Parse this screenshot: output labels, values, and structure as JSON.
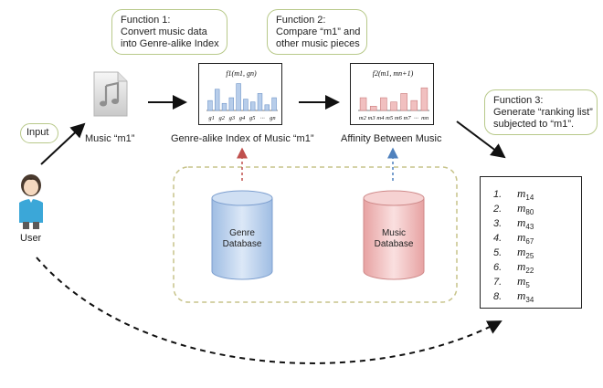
{
  "callouts": {
    "f1": {
      "head": "Function 1:",
      "lines": [
        "Convert music data",
        "into Genre-alike Index"
      ]
    },
    "f2": {
      "head": "Function 2:",
      "lines": [
        "Compare “m1” and",
        "other music pieces"
      ]
    },
    "f3": {
      "head": "Function 3:",
      "lines": [
        "Generate “ranking list”",
        "subjected to “m1”."
      ]
    },
    "input": "Input"
  },
  "labels": {
    "music": "Music “m1”",
    "genre_index": "Genre-alike Index of Music “m1”",
    "affinity": "Affinity Between Music",
    "user": "User"
  },
  "databases": {
    "genre": [
      "Genre",
      "Database"
    ],
    "music": [
      "Music",
      "Database"
    ]
  },
  "colors": {
    "callout_border": "#b8c98a",
    "dashed_box": "#c7c38a",
    "genre_db": "#b9d0ee",
    "music_db": "#f2bcbc",
    "bar_blue": "#b7cdea",
    "bar_pink": "#f1c0c0",
    "arrow_red": "#c0504d",
    "arrow_blue": "#4f81bd"
  },
  "chart_data": [
    {
      "type": "bar",
      "title": "f1(m1, gn)",
      "categories": [
        "g1",
        "g2",
        "g3",
        "g4",
        "g5",
        "···",
        "gn"
      ],
      "values": [
        0.35,
        0.75,
        0.25,
        0.45,
        0.95,
        0.4,
        0.3,
        0.6,
        0.2,
        0.45
      ],
      "color": "bar_blue"
    },
    {
      "type": "bar",
      "title": "f2(m1, mn+1)",
      "categories": [
        "m2",
        "m3",
        "m4",
        "m5",
        "m6",
        "m7",
        "···",
        "mn"
      ],
      "values": [
        0.45,
        0.15,
        0.45,
        0.3,
        0.6,
        0.35,
        0.8
      ],
      "color": "bar_pink"
    }
  ],
  "ranking": [
    {
      "n": "1.",
      "m": "m",
      "sub": "14"
    },
    {
      "n": "2.",
      "m": "m",
      "sub": "80"
    },
    {
      "n": "3.",
      "m": "m",
      "sub": "43"
    },
    {
      "n": "4.",
      "m": "m",
      "sub": "67"
    },
    {
      "n": "5.",
      "m": "m",
      "sub": "25"
    },
    {
      "n": "6.",
      "m": "m",
      "sub": "22"
    },
    {
      "n": "7.",
      "m": "m",
      "sub": "5"
    },
    {
      "n": "8.",
      "m": "m",
      "sub": "34"
    }
  ]
}
